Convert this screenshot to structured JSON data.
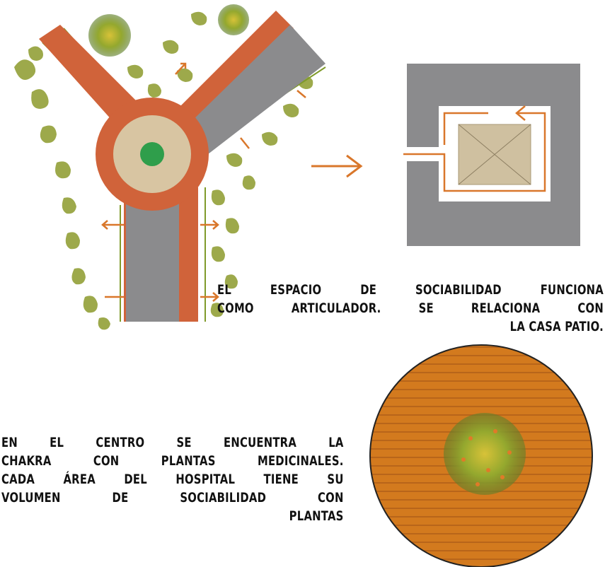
{
  "captions": {
    "top": {
      "line1": "EL ESPACIO DE SOCIABILIDAD FUNCIONA",
      "line2": "COMO ARTICULADOR. SE RELACIONA CON",
      "line3": "LA CASA PATIO."
    },
    "bottom": {
      "line1": "EN EL CENTRO SE ENCUENTRA LA",
      "line2": "CHAKRA CON PLANTAS MEDICINALES.",
      "line3": "CADA ÁREA DEL HOSPITAL TIENE SU",
      "line4": "VOLUMEN DE SOCIABILIDAD CON",
      "line5": "PLANTAS"
    }
  },
  "colors": {
    "road_orange": "#d0633a",
    "road_gray": "#8b8b8d",
    "plaza_beige": "#d8c5a2",
    "center_green": "#2f9e4b",
    "vegetation": "#8a9a2a",
    "arrow_orange": "#d9772b",
    "patio_gray": "#8b8b8d",
    "patio_core": "#cfc0a0",
    "chakra_orange": "#d37a1e"
  }
}
